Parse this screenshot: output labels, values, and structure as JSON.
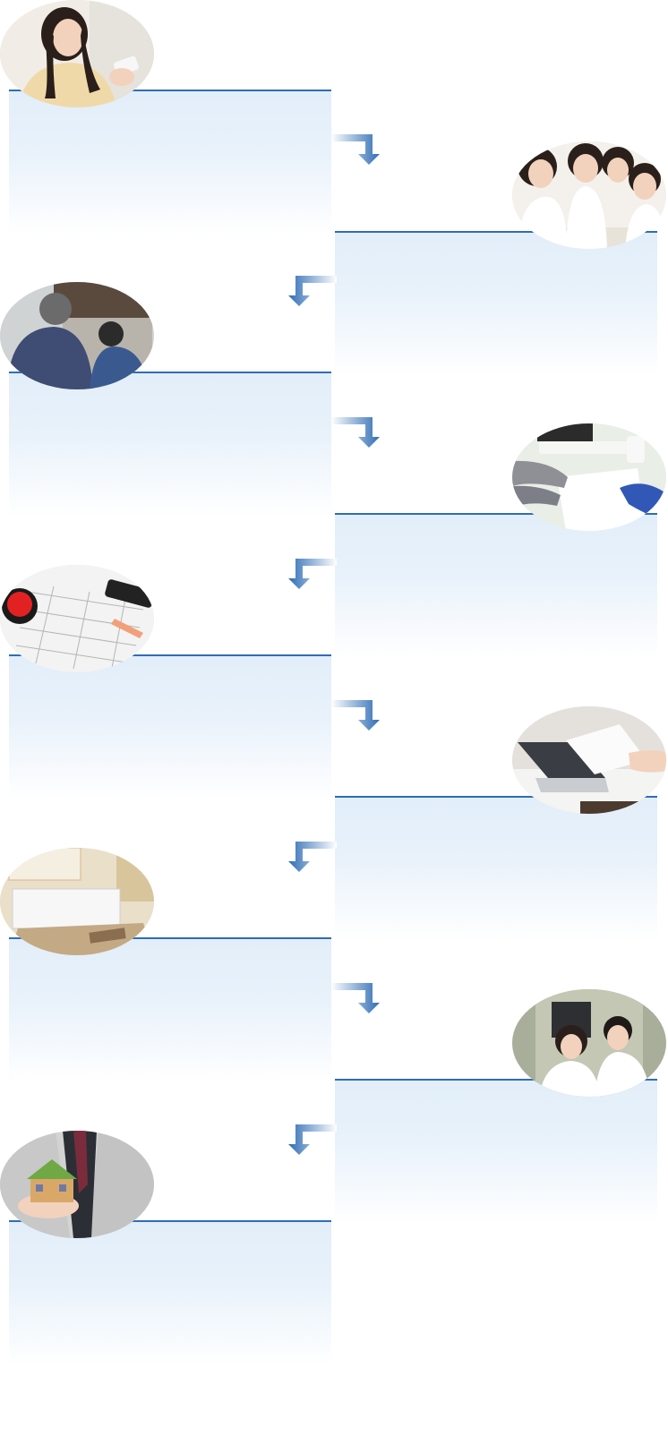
{
  "steps": [
    {
      "id": 1,
      "side": "left",
      "photo": "woman-with-smartphone",
      "text": ""
    },
    {
      "id": 2,
      "side": "right",
      "photo": "family-looking-at-plans",
      "text": ""
    },
    {
      "id": 3,
      "side": "left",
      "photo": "house-inspection",
      "text": ""
    },
    {
      "id": 4,
      "side": "right",
      "photo": "contract-meeting",
      "text": ""
    },
    {
      "id": 5,
      "side": "left",
      "photo": "contract-documents-and-seal",
      "text": ""
    },
    {
      "id": 6,
      "side": "right",
      "photo": "laptop-and-documents",
      "text": ""
    },
    {
      "id": 7,
      "side": "left",
      "photo": "kitchen-under-renovation",
      "text": ""
    },
    {
      "id": 8,
      "side": "right",
      "photo": "couple-at-front-door",
      "text": ""
    },
    {
      "id": 9,
      "side": "left",
      "photo": "hands-holding-model-house",
      "text": ""
    }
  ],
  "accent_color": "#2f6db5",
  "card_color": "#e2eef9",
  "arrow_icon": "bent-arrow-icon"
}
